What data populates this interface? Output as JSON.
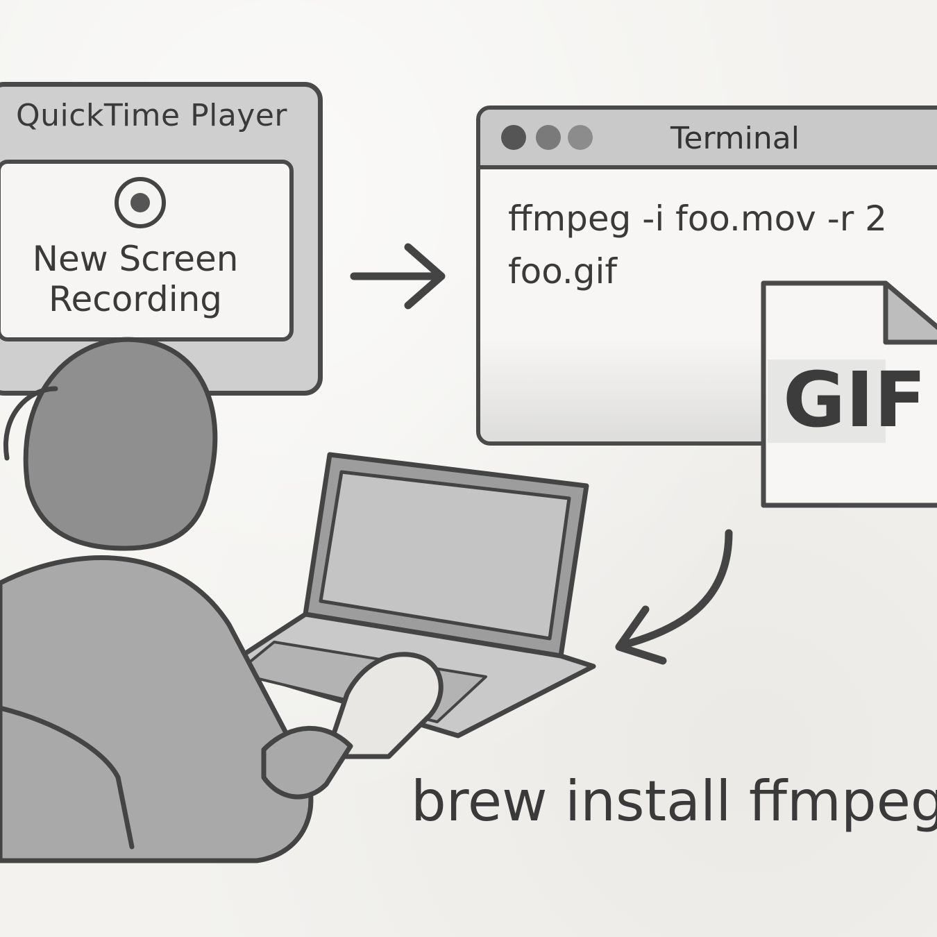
{
  "quicktime": {
    "title": "QuickTime Player",
    "button_line1": "New Screen",
    "button_line2": "Recording"
  },
  "terminal": {
    "title": "Terminal",
    "command_line1": "ffmpeg -i foo.mov -r 2",
    "command_line2": "foo.gif"
  },
  "gif_file": {
    "label": "GIF"
  },
  "caption": "brew install ffmpeg",
  "icons": [
    "record-icon",
    "arrow-right-icon",
    "curved-arrow-icon",
    "gif-file-icon",
    "laptop-icon",
    "person-figure"
  ],
  "colors": {
    "ink": "#3a3a3a",
    "wash": "#cfcfcf",
    "paper": "#f3f2ef"
  }
}
